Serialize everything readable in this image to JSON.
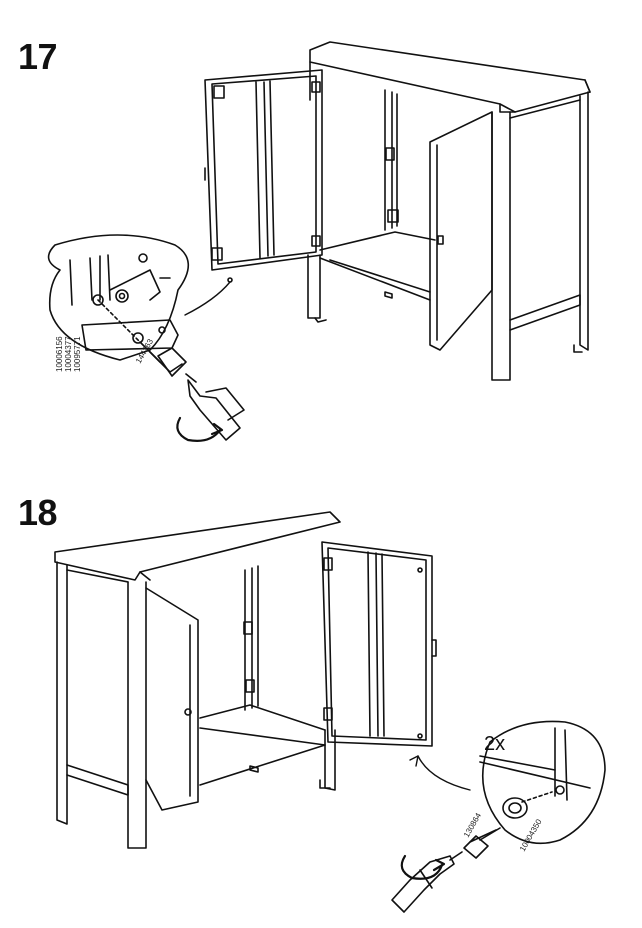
{
  "steps": [
    {
      "number": "17",
      "part_codes": [
        "10006156",
        "10004377",
        "10095771"
      ],
      "screw_code": "144263",
      "icons": [
        "cabinet-illustration",
        "hinge-detail-callout",
        "screwdriver-icon",
        "rotation-arrow-icon"
      ]
    },
    {
      "number": "18",
      "quantity": "2x",
      "part_codes": [
        "130864",
        "10004350"
      ],
      "icons": [
        "cabinet-illustration",
        "door-bumper-detail-callout",
        "screwdriver-icon",
        "rotation-arrow-icon"
      ]
    }
  ],
  "colors": {
    "ink": "#111111",
    "paper": "#ffffff",
    "shade": "#d8d8d8"
  }
}
